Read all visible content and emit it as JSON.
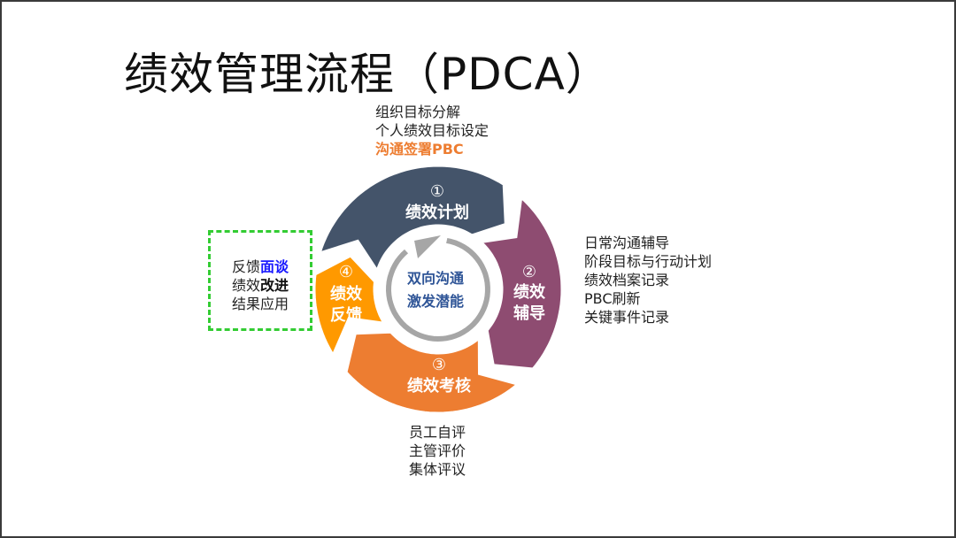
{
  "title": "绩效管理流程（PDCA）",
  "colors": {
    "plan": "#44546A",
    "coach": "#8E4C71",
    "evaluate": "#ED7D31",
    "feedback": "#FF9900",
    "center_text": "#2F5597",
    "center_ring": "#A6A6A6",
    "highlight_orange": "#ED7D31",
    "highlight_blue": "#1A1AFF",
    "dashed_box": "#33CC33"
  },
  "cycle": {
    "center": {
      "line1": "双向沟通",
      "line2": "激发潜能"
    },
    "segments": [
      {
        "id": "plan",
        "number": "①",
        "line1": "绩效计划",
        "line2": ""
      },
      {
        "id": "coach",
        "number": "②",
        "line1": "绩效",
        "line2": "辅导"
      },
      {
        "id": "evaluate",
        "number": "③",
        "line1": "绩效考核",
        "line2": ""
      },
      {
        "id": "feedback",
        "number": "④",
        "line1": "绩效",
        "line2": "反馈"
      }
    ]
  },
  "notes": {
    "plan": [
      "组织目标分解",
      "个人绩效目标设定",
      "沟通签署PBC"
    ],
    "coach": [
      "日常沟通辅导",
      "阶段目标与行动计划",
      "绩效档案记录",
      "PBC刷新",
      "关键事件记录"
    ],
    "evaluate": [
      "员工自评",
      "主管评价",
      "集体评议"
    ],
    "feedback": {
      "line1_a": "反馈",
      "line1_b": "面谈",
      "line2_a": "绩效",
      "line2_b": "改进",
      "line3": "结果应用"
    }
  }
}
